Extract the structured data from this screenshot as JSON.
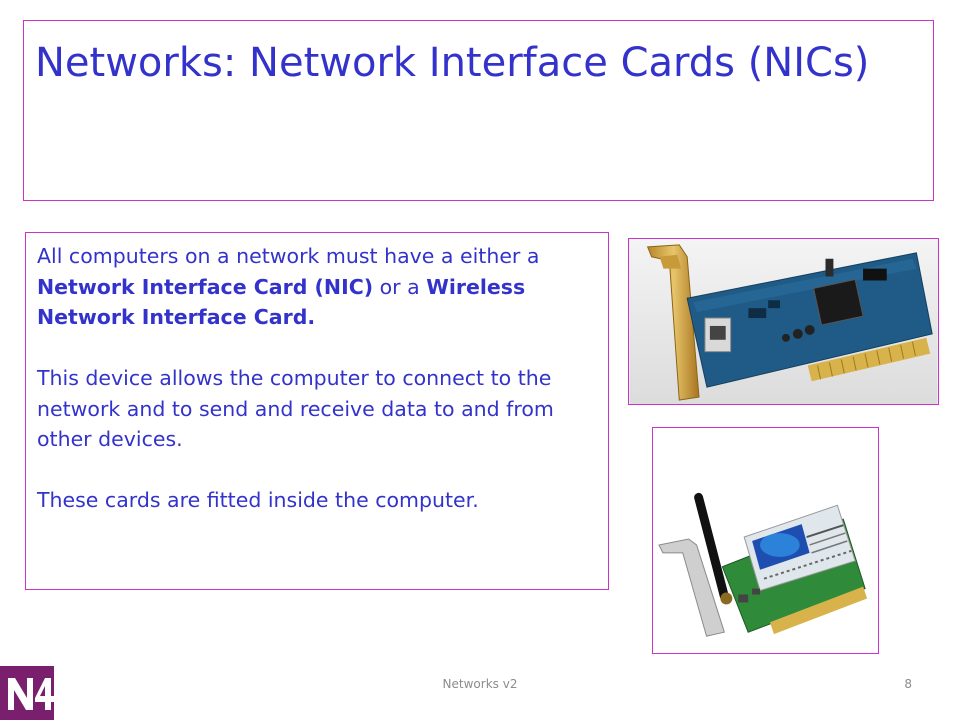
{
  "slide": {
    "title": "Networks: Network Interface Cards (NICs)",
    "body": {
      "p1_before": "All computers on a network must have a either a ",
      "p1_bold1": "Network Interface Card (NIC)",
      "p1_mid": " or a ",
      "p1_bold2": "Wireless Network Interface Card.",
      "p2": "This device allows the computer to connect to the network and to send and receive data to and from other devices.",
      "p3": "These cards are fitted inside the computer."
    },
    "images": {
      "wired_nic": "wired-nic-photo",
      "wireless_nic": "wireless-nic-photo"
    }
  },
  "footer": {
    "center_text": "Networks v2",
    "page_number": "8",
    "logo": "N4"
  },
  "colors": {
    "title_text": "#3333cc",
    "body_text": "#3333cc",
    "box_border": "#cc33cc",
    "logo_background": "#7a1f6e",
    "footer_text": "#8c8c8c"
  }
}
